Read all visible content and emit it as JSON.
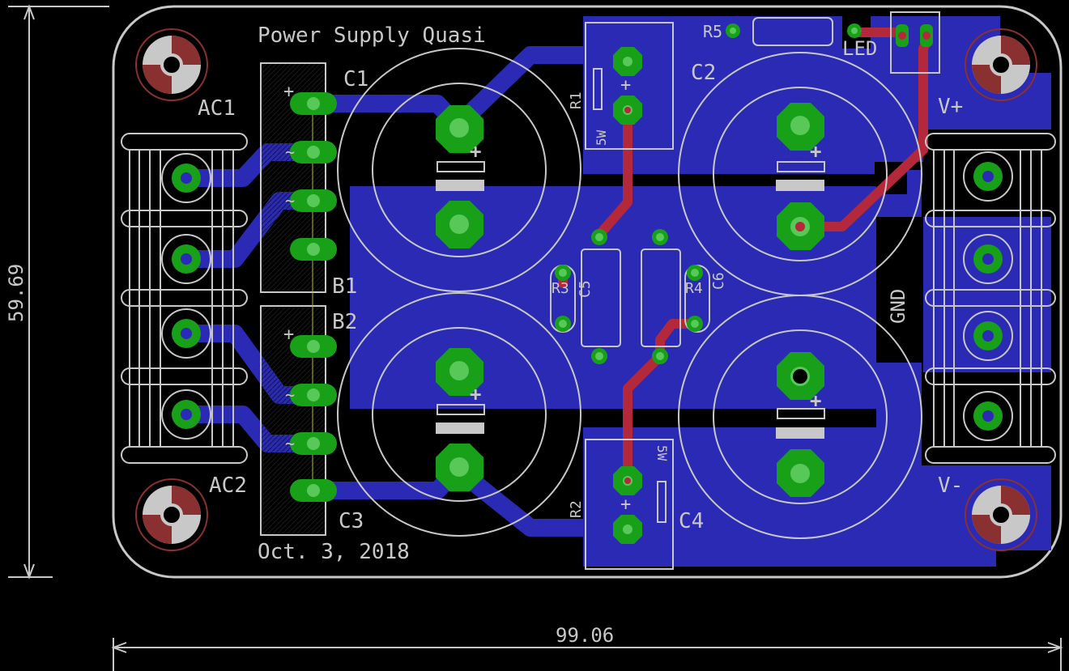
{
  "board": {
    "title": "Power Supply Quasi",
    "date": "Oct. 3, 2018",
    "width_dim": "99.06",
    "height_dim": "59.69"
  },
  "labels": {
    "c1": "C1",
    "c2": "C2",
    "c3": "C3",
    "c4": "C4",
    "b1": "B1",
    "b2": "B2",
    "ac1": "AC1",
    "ac2": "AC2",
    "r1": "R1",
    "r2": "R2",
    "r3": "R3",
    "r4": "R4",
    "r5": "R5",
    "c5": "C5",
    "c6": "C6",
    "led": "LED",
    "vplus": "V+",
    "vminus": "V-",
    "gnd": "GND",
    "watt": "5W",
    "plus": "+",
    "tilde": "~"
  },
  "colors": {
    "background": "#000000",
    "bottom_copper": "#2a2ab4",
    "top_copper": "#b4283c",
    "pad": "#18a018",
    "drill": "#58c858",
    "silkscreen": "#c8c8c8",
    "mount_hole": "#8a3030"
  }
}
